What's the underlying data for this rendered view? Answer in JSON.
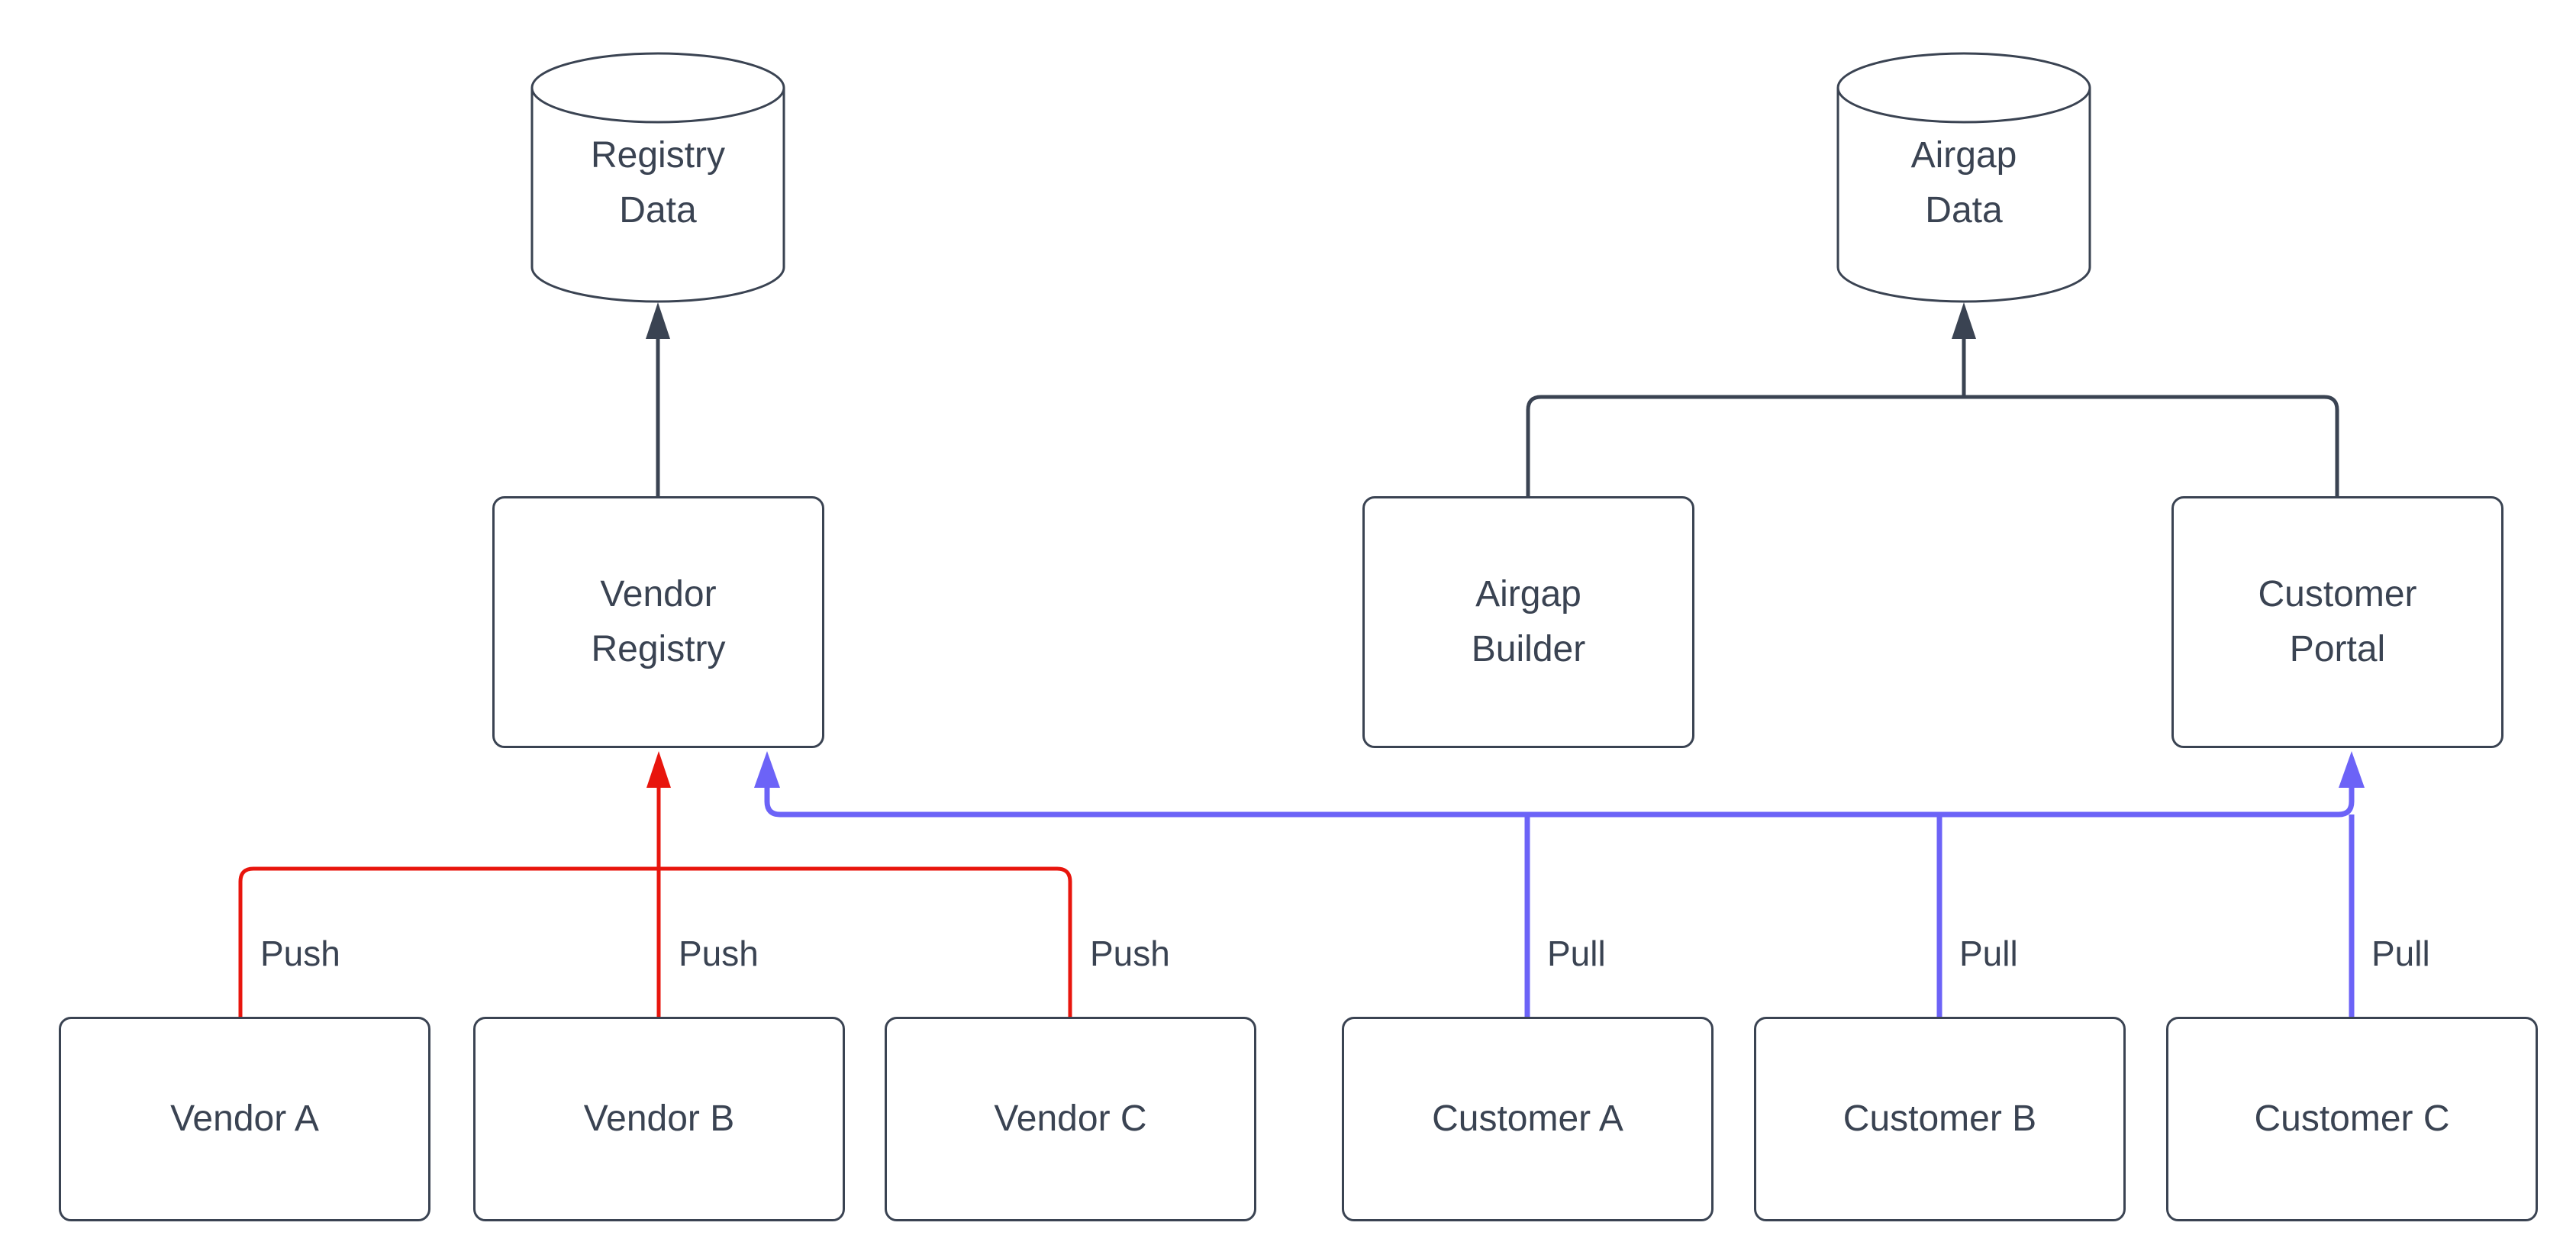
{
  "diagram": {
    "background": "#ffffff",
    "colors": {
      "stroke": "#3a4352",
      "text": "#3a4352",
      "push": "#e8150d",
      "pull": "#6c63f7"
    },
    "nodes": {
      "registry_data": {
        "label": "Registry Data",
        "shape": "cylinder"
      },
      "airgap_data": {
        "label": "Airgap Data",
        "shape": "cylinder"
      },
      "vendor_registry": {
        "label": "Vendor Registry",
        "shape": "box"
      },
      "airgap_builder": {
        "label": "Airgap Builder",
        "shape": "box"
      },
      "customer_portal": {
        "label": "Customer Portal",
        "shape": "box"
      },
      "vendor_a": {
        "label": "Vendor A",
        "shape": "box"
      },
      "vendor_b": {
        "label": "Vendor B",
        "shape": "box"
      },
      "vendor_c": {
        "label": "Vendor C",
        "shape": "box"
      },
      "customer_a": {
        "label": "Customer A",
        "shape": "box"
      },
      "customer_b": {
        "label": "Customer B",
        "shape": "box"
      },
      "customer_c": {
        "label": "Customer C",
        "shape": "box"
      }
    },
    "edges": {
      "push_labels": [
        "Push",
        "Push",
        "Push"
      ],
      "pull_labels": [
        "Pull",
        "Pull",
        "Pull"
      ]
    }
  }
}
